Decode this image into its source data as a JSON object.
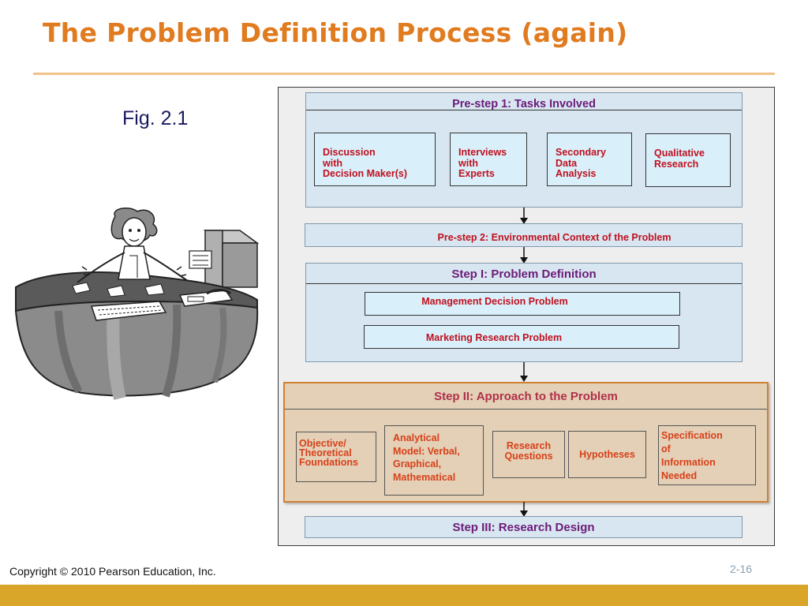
{
  "slide": {
    "title": "The Problem Definition Process (again)",
    "figure_label": "Fig. 2.1",
    "copyright": "Copyright © 2010 Pearson Education, Inc.",
    "page_number": "2-16"
  },
  "diagram": {
    "prestep1": {
      "title": "Pre-step 1: Tasks Involved",
      "boxes": [
        "Discussion\nwith\nDecision Maker(s)",
        "Interviews\nwith\nExperts",
        "Secondary\nData\nAnalysis",
        "Qualitative\nResearch"
      ]
    },
    "prestep2": {
      "title": "Pre-step 2: Environmental Context of the Problem"
    },
    "step1": {
      "title": "Step I: Problem Definition",
      "boxes": [
        "Management Decision Problem",
        "Marketing Research Problem"
      ]
    },
    "step2": {
      "title": "Step II:  Approach to the Problem",
      "boxes": [
        "Objective/\nTheoretical\nFoundations",
        "Analytical\nModel: Verbal,\nGraphical,\nMathematical",
        "Research\nQuestions",
        "Hypotheses",
        "Specification\nof\nInformation\nNeeded"
      ]
    },
    "step3": {
      "title": "Step III: Research Design"
    }
  },
  "colors": {
    "title": "#e07b1f",
    "panel": "#d8e6f1",
    "box": "#d9f0fb",
    "box_text": "#c0101e",
    "heading_text": "#6b1b78",
    "approach_panel": "#e3d0b6",
    "approach_border": "#cf8033",
    "approach_text": "#d8401a",
    "footer_band": "#d9a62a"
  },
  "icons": {
    "clipart": "stressed-person-at-desk-illustration",
    "arrow": "arrow-down-icon"
  }
}
